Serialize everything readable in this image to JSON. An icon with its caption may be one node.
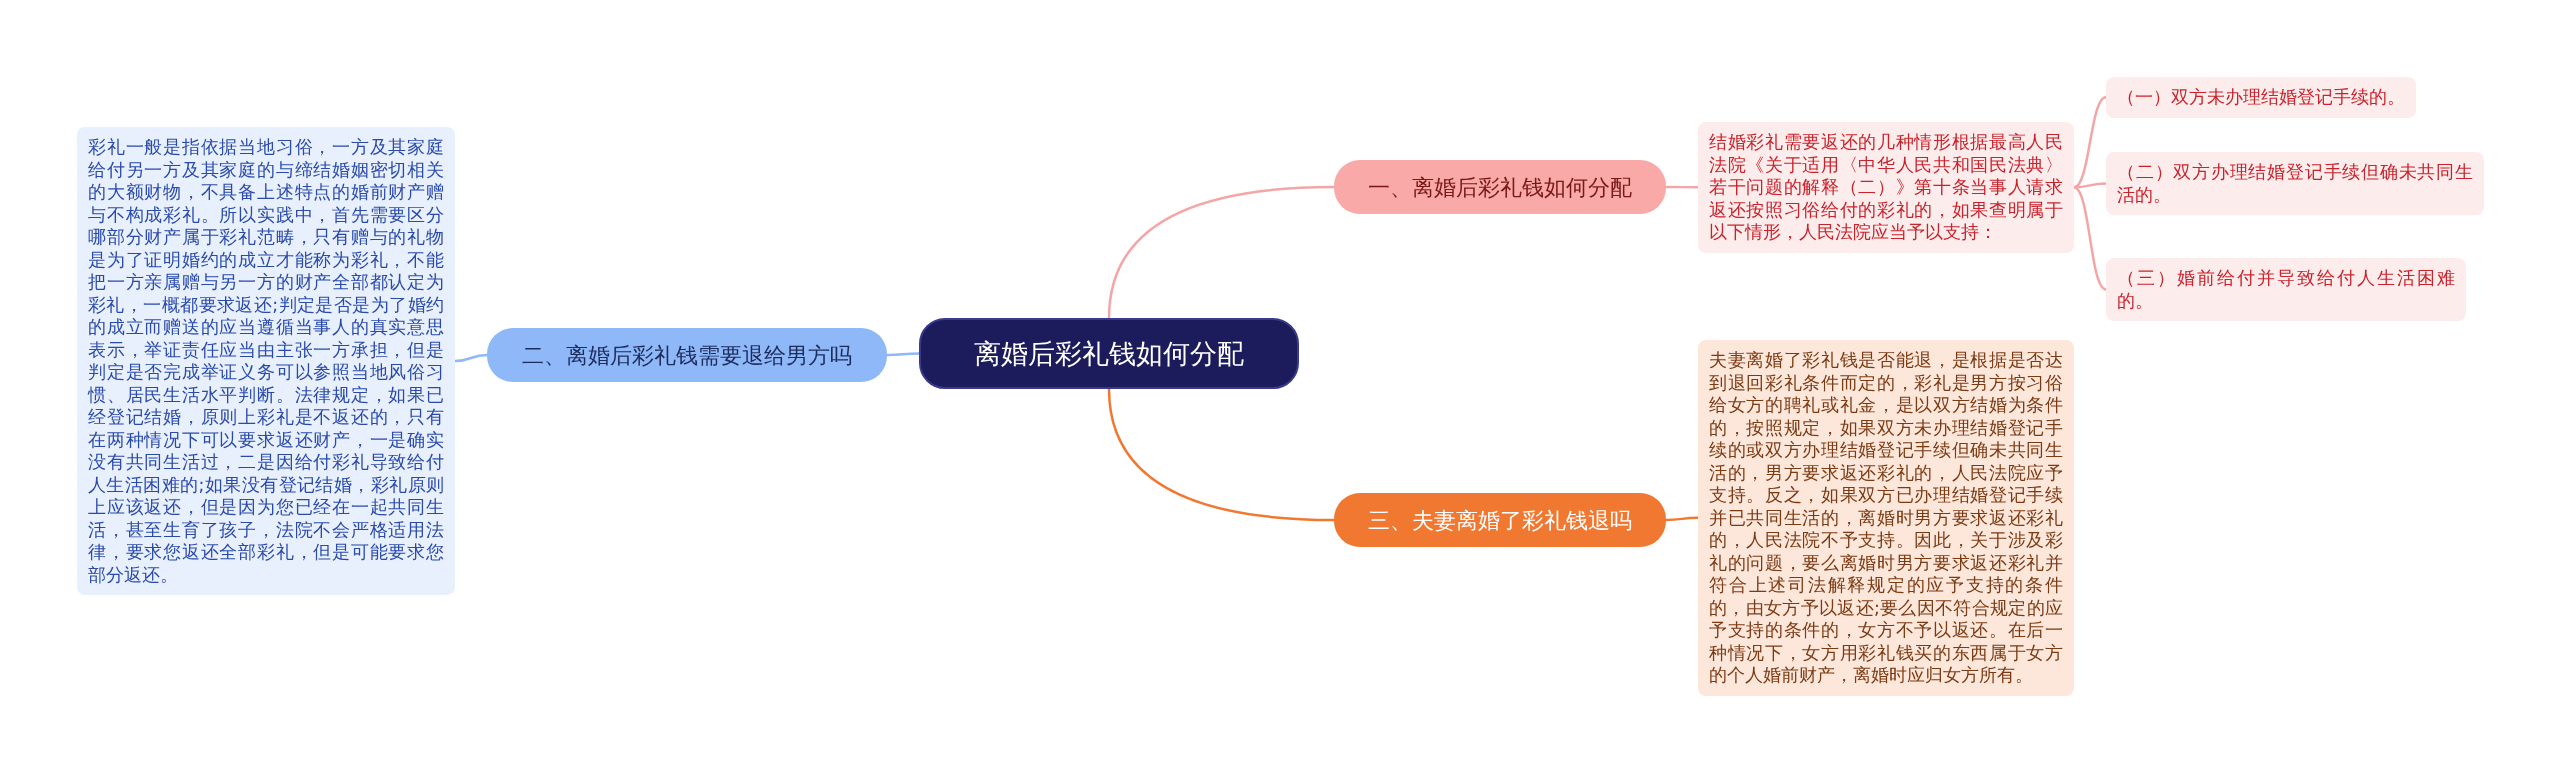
{
  "diagram": {
    "nodes": [
      {
        "text": [
          "离婚后彩礼钱如何分配"
        ]
      },
      {
        "text": [
          "一、离婚后彩礼钱如何分配"
        ]
      },
      {
        "text": [
          "结婚彩礼需要返还的几种情形根据最高人民法院《关于适用〈中华人民共和国民法典〉若干问题的解释（二）》第十条当事人请求返还按照习俗给付的彩礼的，如果查明属于以下情形，人民法院应当予以支持："
        ]
      },
      {
        "text": [
          "（一）双方未办理结婚登记手续的。"
        ]
      },
      {
        "text": [
          "（二）双方办理结婚登记手续但确未共同生活的。"
        ]
      },
      {
        "text": [
          "（三）婚前给付并导致给付人生活困难的。"
        ]
      },
      {
        "text": [
          "二、离婚后彩礼钱需要退给男方吗"
        ]
      },
      {
        "text": [
          "彩礼一般是指依据当地习俗，一方及其家庭给付另一方及其家庭的与缔结婚姻密切相关的大额财物，不具备上述特点的婚前财产赠与不构成彩礼。所以实践中，首先需要区分哪部分财产属于彩礼范畴，只有赠与的礼物是为了证明婚约的成立才能称为彩礼，不能把一方亲属赠与另一方的财产全部都认定为彩礼，一概都要求返还;判定是否是为了婚约的成立而赠送的应当遵循当事人的真实意思表示，举证责任应当由主张一方承担，但是判定是否完成举证义务可以参照当地风俗习惯、居民生活水平判断。法律规定，如果已经登记结婚，原则上彩礼是不返还的，只有在两种情况下可以要求返还财产，一是确实没有共同生活过，二是因给付彩礼导致给付人生活困难的;如果没有登记结婚，彩礼原则上应该返还，但是因为您已经在一起共同生活，甚至生育了孩子，法院不会严格适用法律，要求您返还全部彩礼，但是可能要求您部分返还。"
        ]
      },
      {
        "text": [
          "三、夫妻离婚了彩礼钱退吗"
        ]
      },
      {
        "text": [
          "夫妻离婚了彩礼钱是否能退，是根据是否达到退回彩礼条件而定的，彩礼是男方按习俗给女方的聘礼或礼金，是以双方结婚为条件的，按照规定，如果双方未办理结婚登记手续的或双方办理结婚登记手续但确未共同生活的，男方要求返还彩礼的，人民法院应予支持。反之，如果双方已办理结婚登记手续并已共同生活的，离婚时男方要求返还彩礼的，人民法院不予支持。因此，关于涉及彩礼的问题，要么离婚时男方要求返还彩礼并符合上述司法解释规定的应予支持的条件的，由女方予以返还;要么因不符合规定的应予支持的条件的，女方不予以返还。在后一种情况下，女方用彩礼钱买的东西属于女方的个人婚前财产，离婚时应归女方所有。"
        ]
      }
    ],
    "edges": [
      {
        "from": 0,
        "to": 1,
        "arrow": "none",
        "color": "#f4a6a6"
      },
      {
        "from": 0,
        "to": 6,
        "arrow": "none",
        "color": "#8fb8f8"
      },
      {
        "from": 0,
        "to": 8,
        "arrow": "none",
        "color": "#f07830"
      },
      {
        "from": 1,
        "to": 2,
        "arrow": "none",
        "color": "#f4a6a6"
      },
      {
        "from": 2,
        "to": 3,
        "arrow": "none",
        "color": "#f4a6a6"
      },
      {
        "from": 2,
        "to": 4,
        "arrow": "none",
        "color": "#f4a6a6"
      },
      {
        "from": 2,
        "to": 5,
        "arrow": "none",
        "color": "#f4a6a6"
      },
      {
        "from": 6,
        "to": 7,
        "arrow": "none",
        "color": "#8fb8f8"
      },
      {
        "from": 8,
        "to": 9,
        "arrow": "none",
        "color": "#f07830"
      }
    ]
  }
}
